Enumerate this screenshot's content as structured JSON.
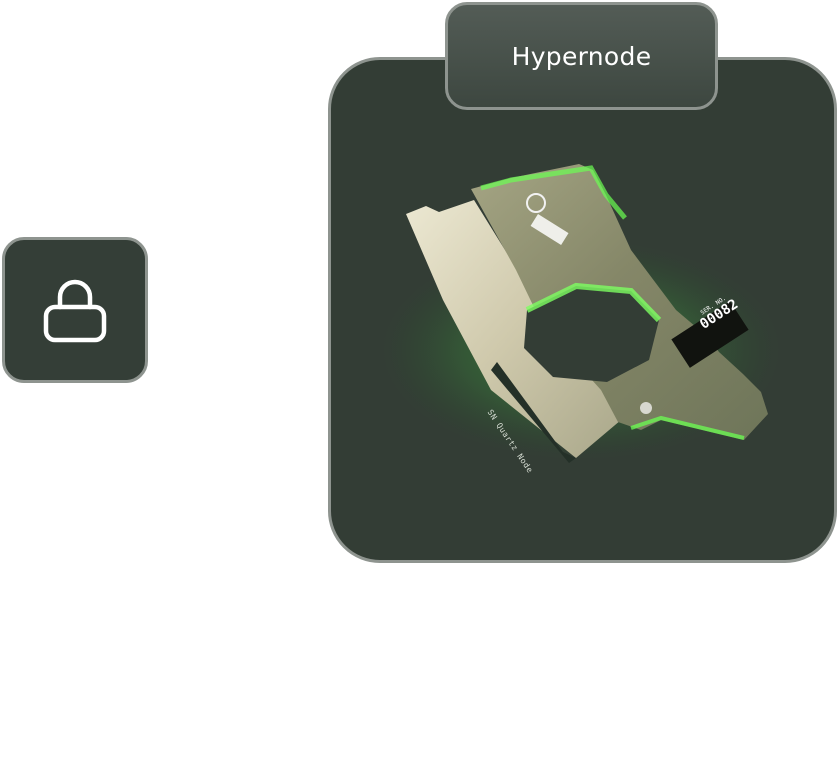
{
  "lock_tile": {
    "icon": "lock-icon",
    "background": "#343e37",
    "border": "#8e948f"
  },
  "card": {
    "title": "Hypernode",
    "background": "#333d35",
    "border": "#8e948f",
    "glow_color": "#4cff4c",
    "item": {
      "plate_text": "SN Quartz Node",
      "tag_label": "SER. NO.",
      "serial": "00082"
    }
  }
}
